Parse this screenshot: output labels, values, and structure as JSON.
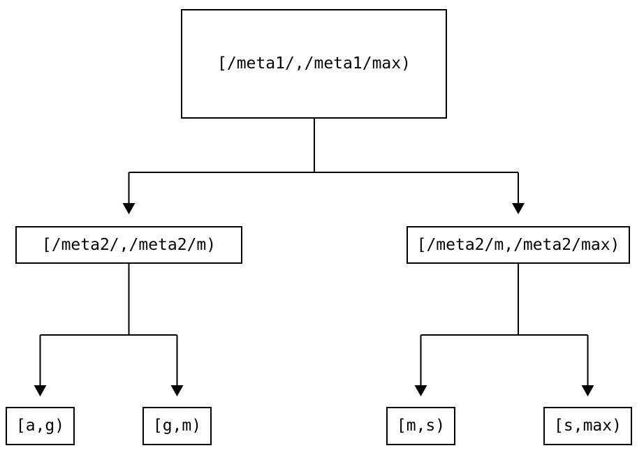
{
  "diagram": {
    "type": "binary-interval-tree",
    "nodes": {
      "root": {
        "label": "[/meta1/,/meta1/max)"
      },
      "left": {
        "label": "[/meta2/,/meta2/m)"
      },
      "right": {
        "label": "[/meta2/m,/meta2/max)"
      },
      "leaf_ag": {
        "label": "[a,g)"
      },
      "leaf_gm": {
        "label": "[g,m)"
      },
      "leaf_ms": {
        "label": "[m,s)"
      },
      "leaf_smax": {
        "label": "[s,max)"
      }
    },
    "edges": [
      {
        "from": "root",
        "to": "left"
      },
      {
        "from": "root",
        "to": "right"
      },
      {
        "from": "left",
        "to": "leaf_ag"
      },
      {
        "from": "left",
        "to": "leaf_gm"
      },
      {
        "from": "right",
        "to": "leaf_ms"
      },
      {
        "from": "right",
        "to": "leaf_smax"
      }
    ],
    "colors": {
      "background": "#ffffff",
      "line": "#000000",
      "box_border": "#000000",
      "text": "#000000"
    }
  }
}
